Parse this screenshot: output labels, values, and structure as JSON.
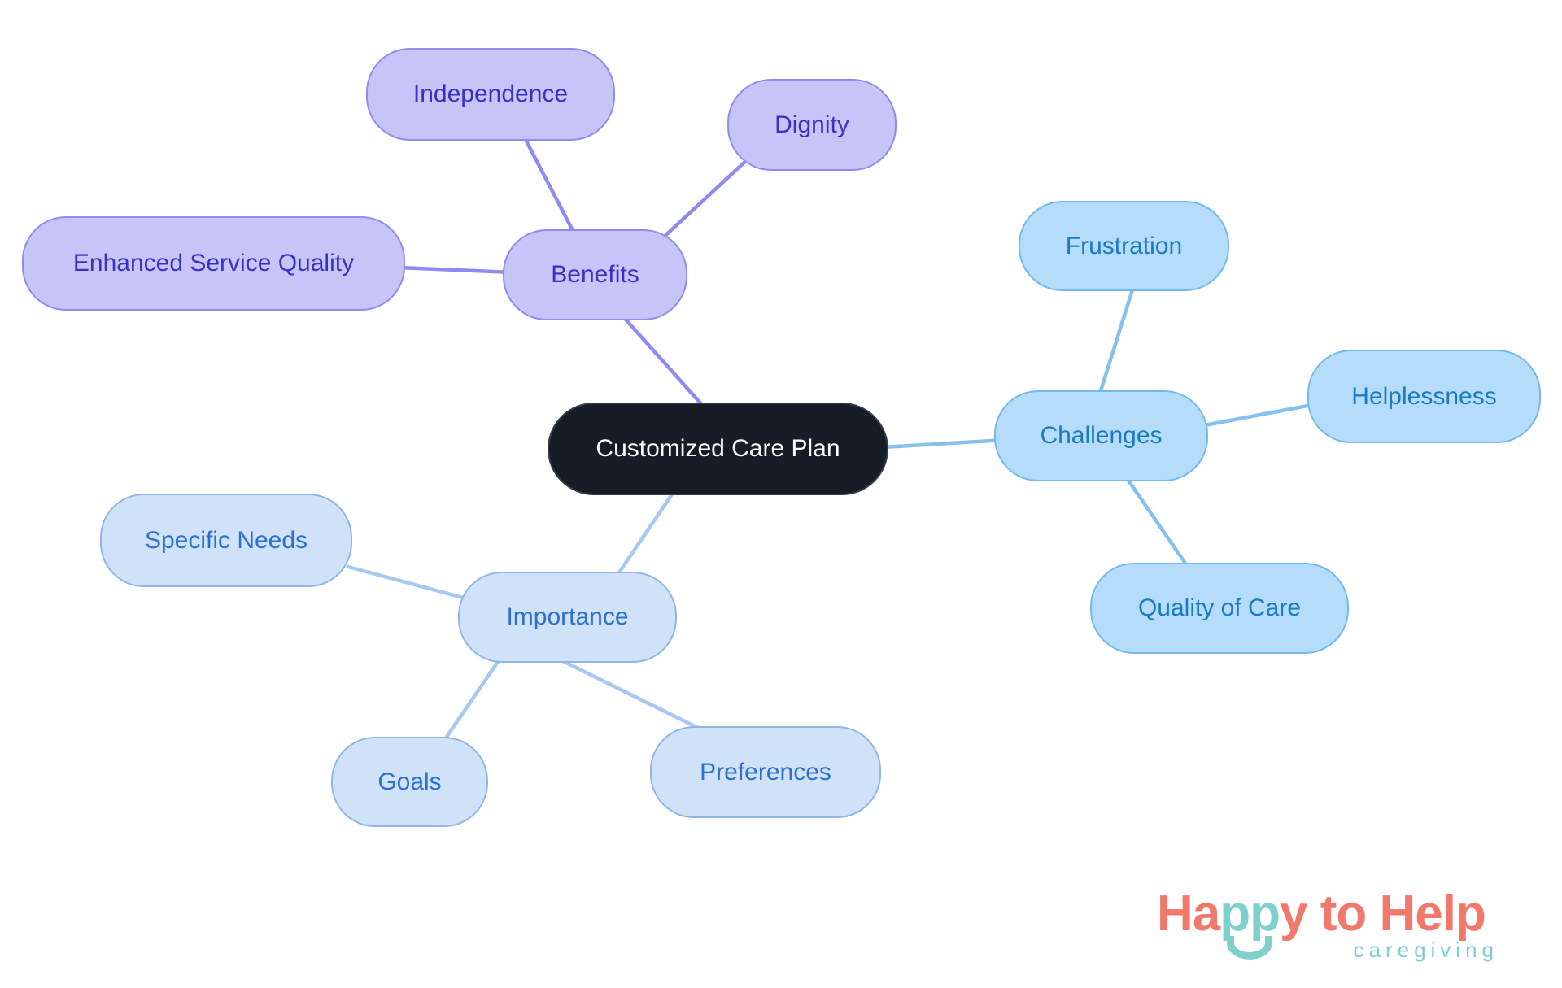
{
  "diagram": {
    "center": {
      "label": "Customized Care Plan"
    },
    "branches": [
      {
        "label": "Benefits",
        "children": [
          {
            "label": "Independence"
          },
          {
            "label": "Dignity"
          },
          {
            "label": "Enhanced Service Quality"
          }
        ]
      },
      {
        "label": "Challenges",
        "children": [
          {
            "label": "Frustration"
          },
          {
            "label": "Helplessness"
          },
          {
            "label": "Quality of Care"
          }
        ]
      },
      {
        "label": "Importance",
        "children": [
          {
            "label": "Specific Needs"
          },
          {
            "label": "Goals"
          },
          {
            "label": "Preferences"
          }
        ]
      }
    ]
  },
  "logo": {
    "brand_part1": "Ha",
    "brand_part2": "pp",
    "brand_part3": "y to Help",
    "tagline": "caregiving"
  },
  "colors": {
    "background": "#FFFFFF",
    "center_fill": "#161D27",
    "center_border": "#343E4A",
    "center_text": "#FFFFFF",
    "purple_fill": "#C7C5F7",
    "purple_border": "#8F8CF0",
    "purple_text": "#3831C6",
    "purple_edge": "#8D8BF1",
    "blue_fill": "#B5DDFB",
    "blue_border": "#74B9EB",
    "blue_text": "#1B7AC2",
    "blue_edge": "#86C0ED",
    "softblue_fill": "#CFE2F8",
    "softblue_border": "#8FB5EA",
    "softblue_text": "#2D6FD1",
    "softblue_edge": "#A6C8F1",
    "logo_coral": "#F2786B",
    "logo_teal": "#7DD0CB"
  }
}
